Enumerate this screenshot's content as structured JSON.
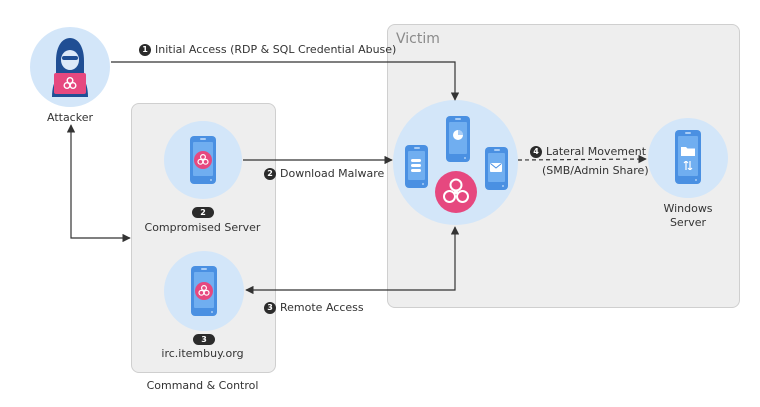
{
  "panels": {
    "victim_title": "Victim",
    "cnc_title": "Command & Control"
  },
  "nodes": {
    "attacker": "Attacker",
    "compromised_server": "Compromised Server",
    "compromised_server_num": "2",
    "irc_server": "irc.itembuy.org",
    "irc_server_num": "3",
    "windows_server_line1": "Windows",
    "windows_server_line2": "Server"
  },
  "edges": {
    "initial_access": {
      "num": "1",
      "label": "Initial Access (RDP & SQL Credential Abuse)"
    },
    "download_malware": {
      "num": "2",
      "label": "Download Malware"
    },
    "remote_access": {
      "num": "3",
      "label": "Remote Access"
    },
    "lateral_movement": {
      "num": "4",
      "label_line1": "Lateral Movement",
      "label_line2": "(SMB/Admin Share)"
    }
  },
  "colors": {
    "node_circle": "#d3e6f9",
    "device_blue": "#4a90e2",
    "malware_pink": "#e6487f",
    "attacker_navy": "#1f4e94",
    "panel_gray": "#eeeeee",
    "arrow": "#333333"
  },
  "icons": [
    "hacker-icon",
    "biohazard-icon",
    "phone-icon",
    "database-icon",
    "pie-chart-icon",
    "mail-icon",
    "folder-icon",
    "transfer-icon"
  ]
}
